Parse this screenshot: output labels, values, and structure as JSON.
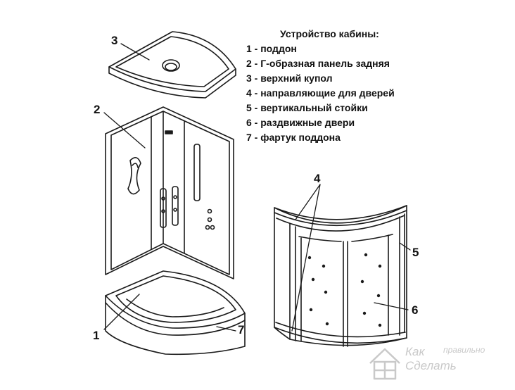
{
  "legend": {
    "title": "Устройство кабины:",
    "items": [
      "1 - поддон",
      "2 - Г-образная панель задняя",
      "3 - верхний купол",
      "4 - направляющие для дверей",
      "5 - вертикальный стойки",
      "6 - раздвижные двери",
      "7 - фартук поддона"
    ]
  },
  "callouts": {
    "n1": "1",
    "n2": "2",
    "n3": "3",
    "n4": "4",
    "n5": "5",
    "n6": "6",
    "n7": "7"
  },
  "watermark": {
    "line1": "Как",
    "line2": "правильно",
    "line3": "Сделать"
  },
  "colors": {
    "stroke": "#1a1a1a",
    "watermark": "#c9c9c9"
  }
}
